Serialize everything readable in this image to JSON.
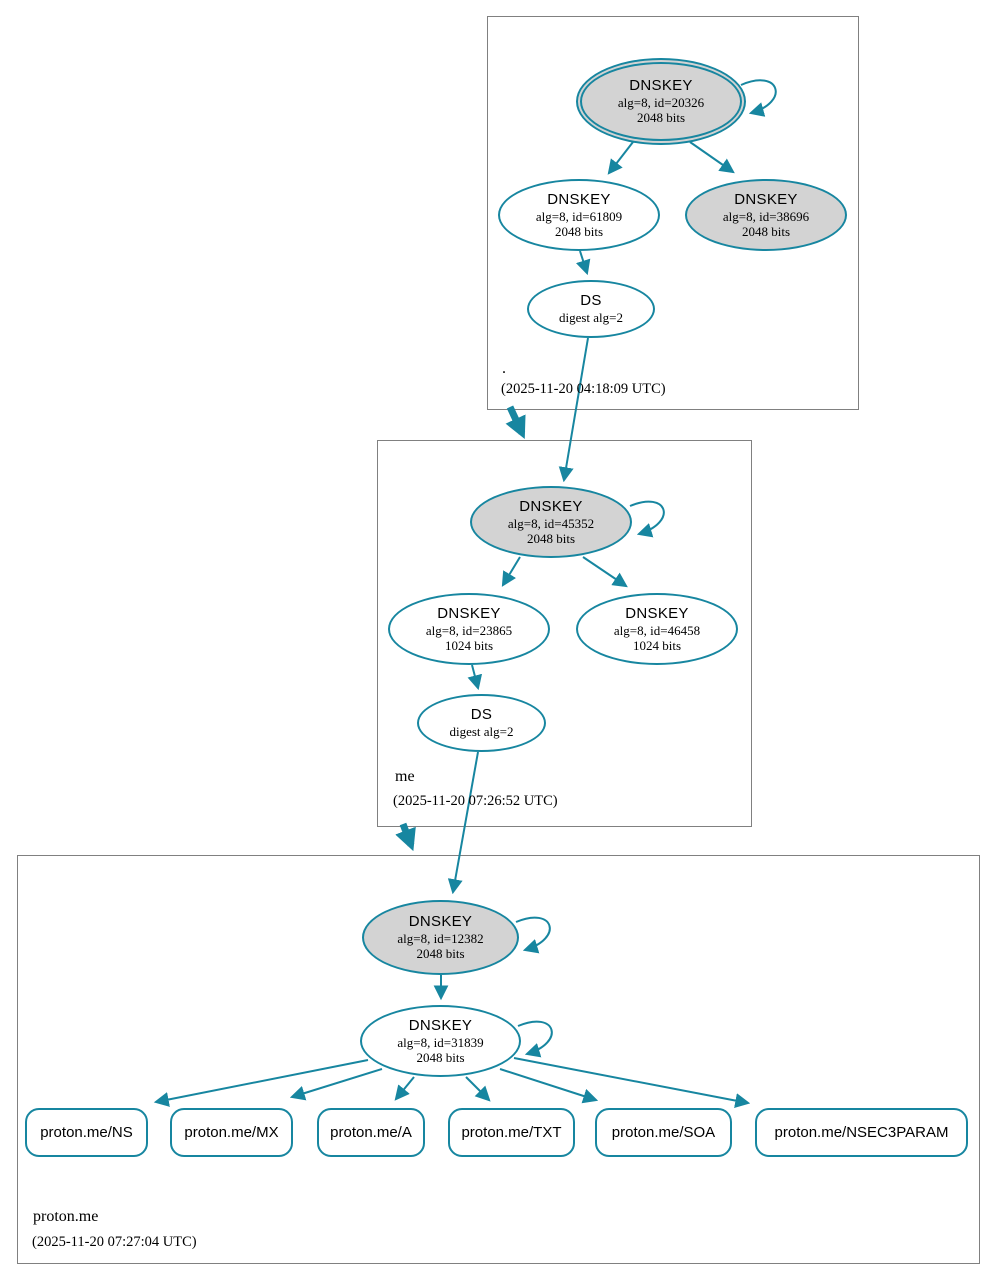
{
  "diagram_type": "dnssec-authentication-chain",
  "colors": {
    "edge": "#1786a0",
    "sep_key_fill": "#d3d3d3",
    "node_fill": "#ffffff",
    "zone_box_border": "#808080",
    "text": "#000000"
  },
  "zones": [
    {
      "label": ".",
      "timestamp": "(2025-11-20 04:18:09 UTC)",
      "nodes": [
        {
          "title": "DNSKEY",
          "detail": "alg=8, id=20326",
          "bits": "2048 bits"
        },
        {
          "title": "DNSKEY",
          "detail": "alg=8, id=61809",
          "bits": "2048 bits"
        },
        {
          "title": "DNSKEY",
          "detail": "alg=8, id=38696",
          "bits": "2048 bits"
        },
        {
          "title": "DS",
          "detail": "digest alg=2"
        }
      ]
    },
    {
      "label": "me",
      "timestamp": "(2025-11-20 07:26:52 UTC)",
      "nodes": [
        {
          "title": "DNSKEY",
          "detail": "alg=8, id=45352",
          "bits": "2048 bits"
        },
        {
          "title": "DNSKEY",
          "detail": "alg=8, id=23865",
          "bits": "1024 bits"
        },
        {
          "title": "DNSKEY",
          "detail": "alg=8, id=46458",
          "bits": "1024 bits"
        },
        {
          "title": "DS",
          "detail": "digest alg=2"
        }
      ]
    },
    {
      "label": "proton.me",
      "timestamp": "(2025-11-20 07:27:04 UTC)",
      "nodes": [
        {
          "title": "DNSKEY",
          "detail": "alg=8, id=12382",
          "bits": "2048 bits"
        },
        {
          "title": "DNSKEY",
          "detail": "alg=8, id=31839",
          "bits": "2048 bits"
        }
      ],
      "rrsets": [
        "proton.me/NS",
        "proton.me/MX",
        "proton.me/A",
        "proton.me/TXT",
        "proton.me/SOA",
        "proton.me/NSEC3PARAM"
      ]
    }
  ]
}
